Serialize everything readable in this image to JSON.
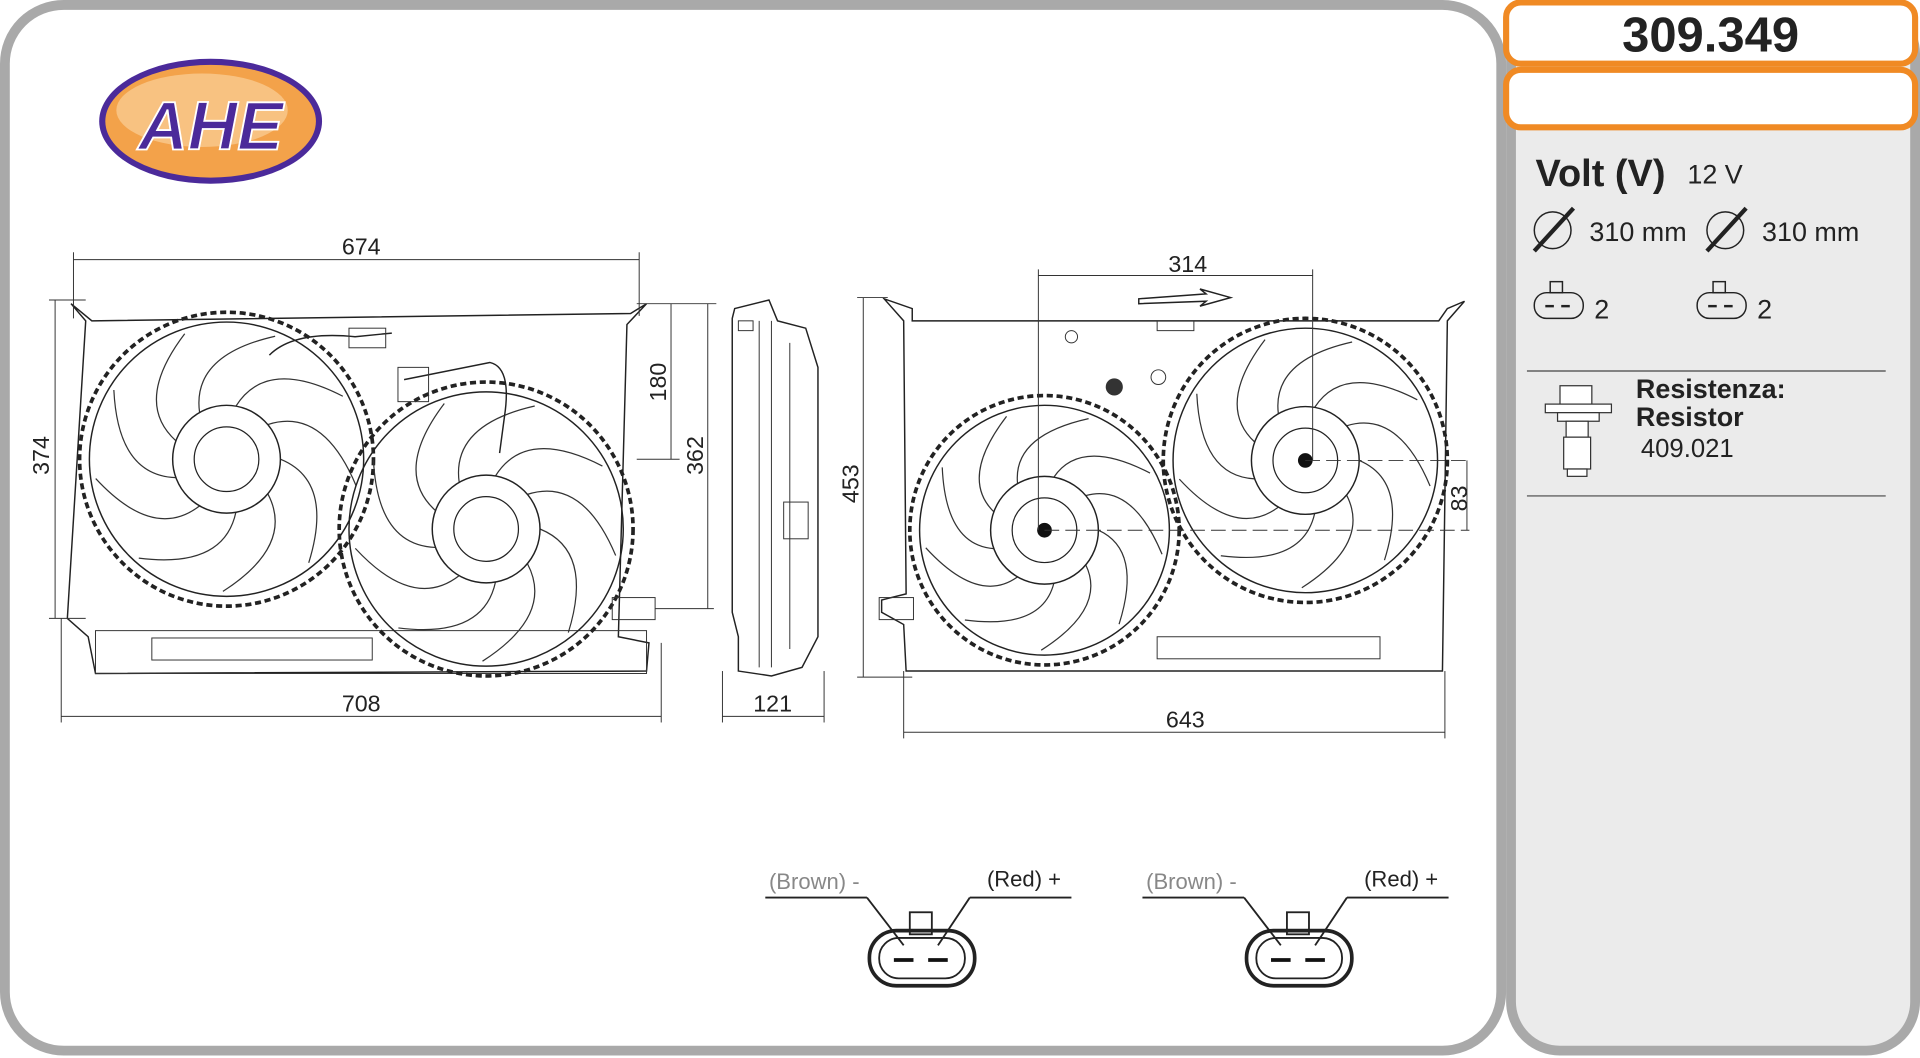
{
  "part_number": "309.349",
  "secondary_box": "",
  "brand": {
    "logo_text": "AHE",
    "colors": {
      "orange": "#f08a24",
      "purple": "#4b2a9a"
    }
  },
  "specs": {
    "voltage_label": "Volt (V)",
    "voltage_value": "12 V",
    "fan_diameters": [
      "310 mm",
      "310 mm"
    ],
    "connector_pins": [
      "2",
      "2"
    ],
    "resistor_title_it": "Resistenza:",
    "resistor_title_en": "Resistor",
    "resistor_code": "409.021"
  },
  "dimensions": {
    "front_top_width": "674",
    "front_bottom_width": "708",
    "front_height": "374",
    "upper_offset": "180",
    "inner_height": "362",
    "depth": "121",
    "rear_height": "453",
    "rear_width": "643",
    "fan_spacing": "314",
    "fan_offset": "83"
  },
  "connectors": [
    {
      "negative_label": "(Brown) -",
      "positive_label": "(Red) +"
    },
    {
      "negative_label": "(Brown) -",
      "positive_label": "(Red) +"
    }
  ],
  "colors": {
    "frame_border": "#a9a9a9",
    "panel_bg": "#ebebeb",
    "accent": "#f08a24"
  }
}
